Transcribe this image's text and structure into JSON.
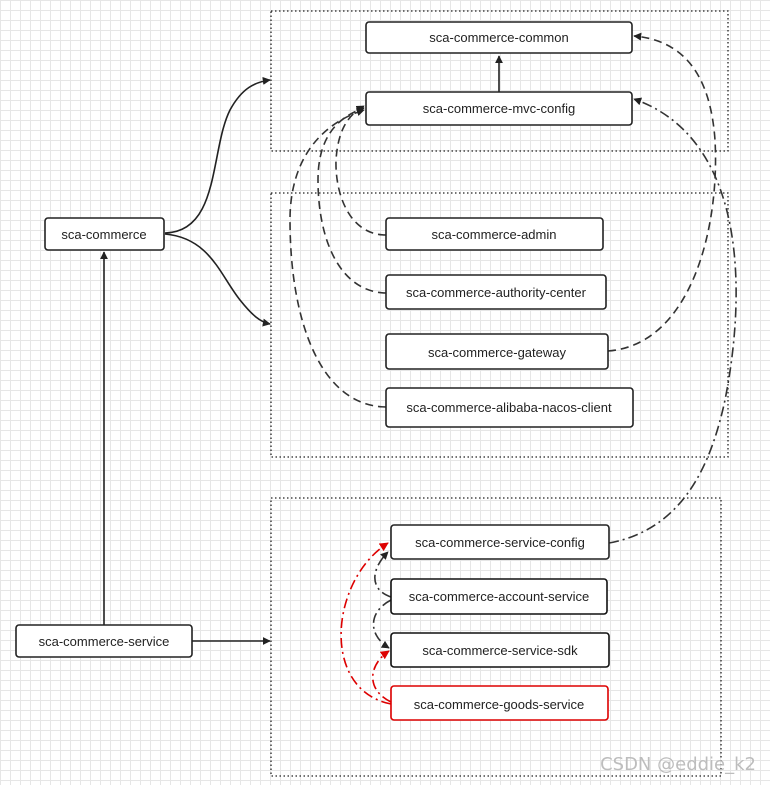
{
  "colors": {
    "node_border": "#222222",
    "highlight_border": "#dd0000",
    "arrow_red": "#dd0000",
    "watermark": "#bdbdbd"
  },
  "nodes": {
    "common": "sca-commerce-common",
    "mvc_config": "sca-commerce-mvc-config",
    "root": "sca-commerce",
    "admin": "sca-commerce-admin",
    "authority_center": "sca-commerce-authority-center",
    "gateway": "sca-commerce-gateway",
    "nacos_client": "sca-commerce-alibaba-nacos-client",
    "service": "sca-commerce-service",
    "service_config": "sca-commerce-service-config",
    "account_service": "sca-commerce-account-service",
    "service_sdk": "sca-commerce-service-sdk",
    "goods_service": "sca-commerce-goods-service"
  },
  "watermark": "CSDN @eddie_k2"
}
